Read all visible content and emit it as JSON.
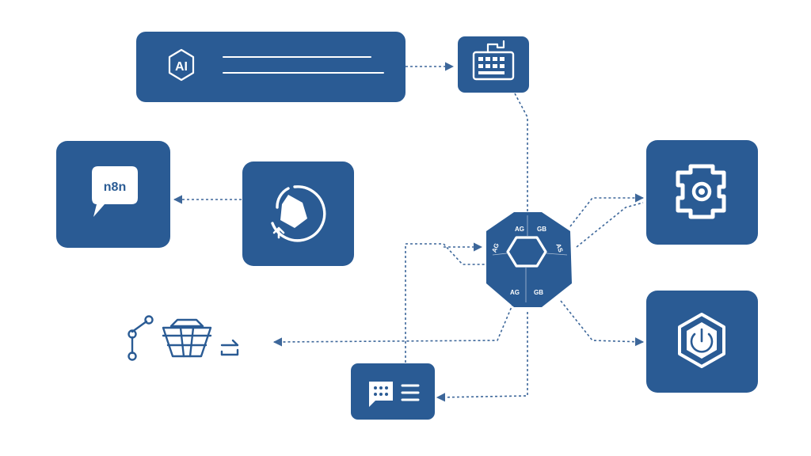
{
  "colors": {
    "node": "#2a5b94",
    "edge": "#3d679a",
    "background": "#ffffff"
  },
  "nodes": {
    "ai_header": {
      "badge": "AI",
      "icon": "ai-hexagon-badge-icon"
    },
    "keyboard": {
      "icon": "keyboard-grid-icon"
    },
    "n8n": {
      "label": "n8n",
      "icon": "chat-bubble-icon"
    },
    "refresh": {
      "icon": "circular-arrow-icon"
    },
    "hub": {
      "icon": "hexagon-hub-icon",
      "labels": [
        "AG",
        "GB",
        "AG",
        "AS",
        "AG",
        "GB"
      ]
    },
    "gear": {
      "icon": "gear-icon"
    },
    "power": {
      "icon": "power-hexagon-icon"
    },
    "list": {
      "icon": "list-card-icon"
    },
    "workflow": {
      "icon": "workflow-graph-icon"
    },
    "basket": {
      "icon": "basket-icon"
    },
    "swap": {
      "icon": "swap-arrows-icon"
    }
  }
}
